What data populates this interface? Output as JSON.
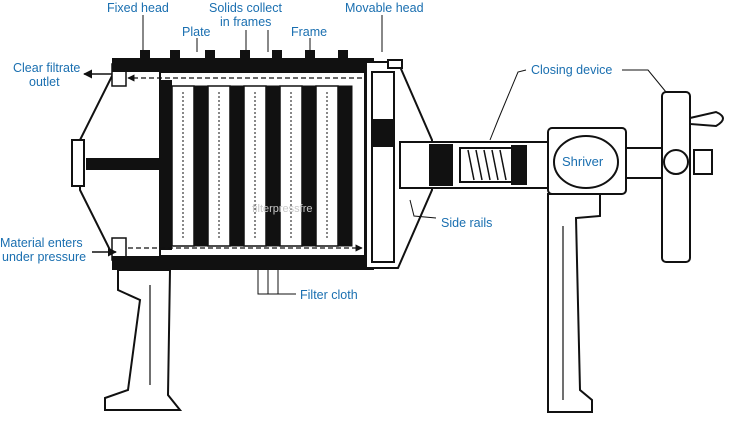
{
  "labels": {
    "fixed_head": "Fixed head",
    "plate": "Plate",
    "solids_line1": "Solids collect",
    "solids_line2": "in frames",
    "frame": "Frame",
    "movable_head": "Movable head",
    "clear_filtrate_line1": "Clear filtrate",
    "clear_filtrate_line2": "outlet",
    "closing_device": "Closing device",
    "shriver": "Shriver",
    "side_rails": "Side rails",
    "material_line1": "Material enters",
    "material_line2": "under pressure",
    "filter_cloth": "Filter cloth"
  },
  "watermark": "filterpressfre",
  "colors": {
    "label": "#1a6fb0",
    "ink": "#111111",
    "background": "#ffffff"
  }
}
